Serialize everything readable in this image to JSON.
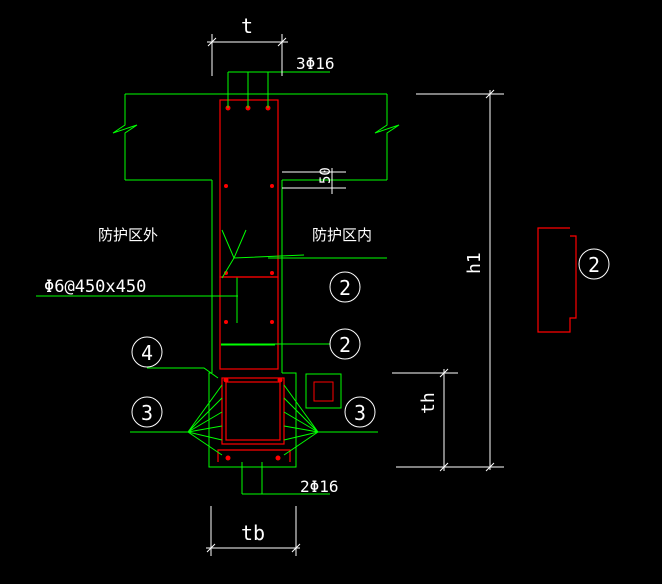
{
  "drawing": {
    "labels": {
      "dim_t": "t",
      "top_rebar": "3Φ16",
      "dim_50": "50",
      "outside_zone": "防护区外",
      "inside_zone": "防护区内",
      "stirrup_spec": "Φ6@450x450",
      "dim_h1": "h1",
      "dim_th": "th",
      "bottom_rebar": "2Φ16",
      "dim_tb": "tb"
    },
    "callouts": {
      "mark_2_right": "2",
      "mark_2_mid": "2",
      "mark_2_detail": "2",
      "mark_4": "4",
      "mark_3_left": "3",
      "mark_3_right": "3"
    },
    "colors": {
      "background": "#000000",
      "concrete_outline": "#00ff00",
      "rebar": "#ff0000",
      "dimension": "#ffffff",
      "callout_circle": "#ffffff"
    }
  }
}
